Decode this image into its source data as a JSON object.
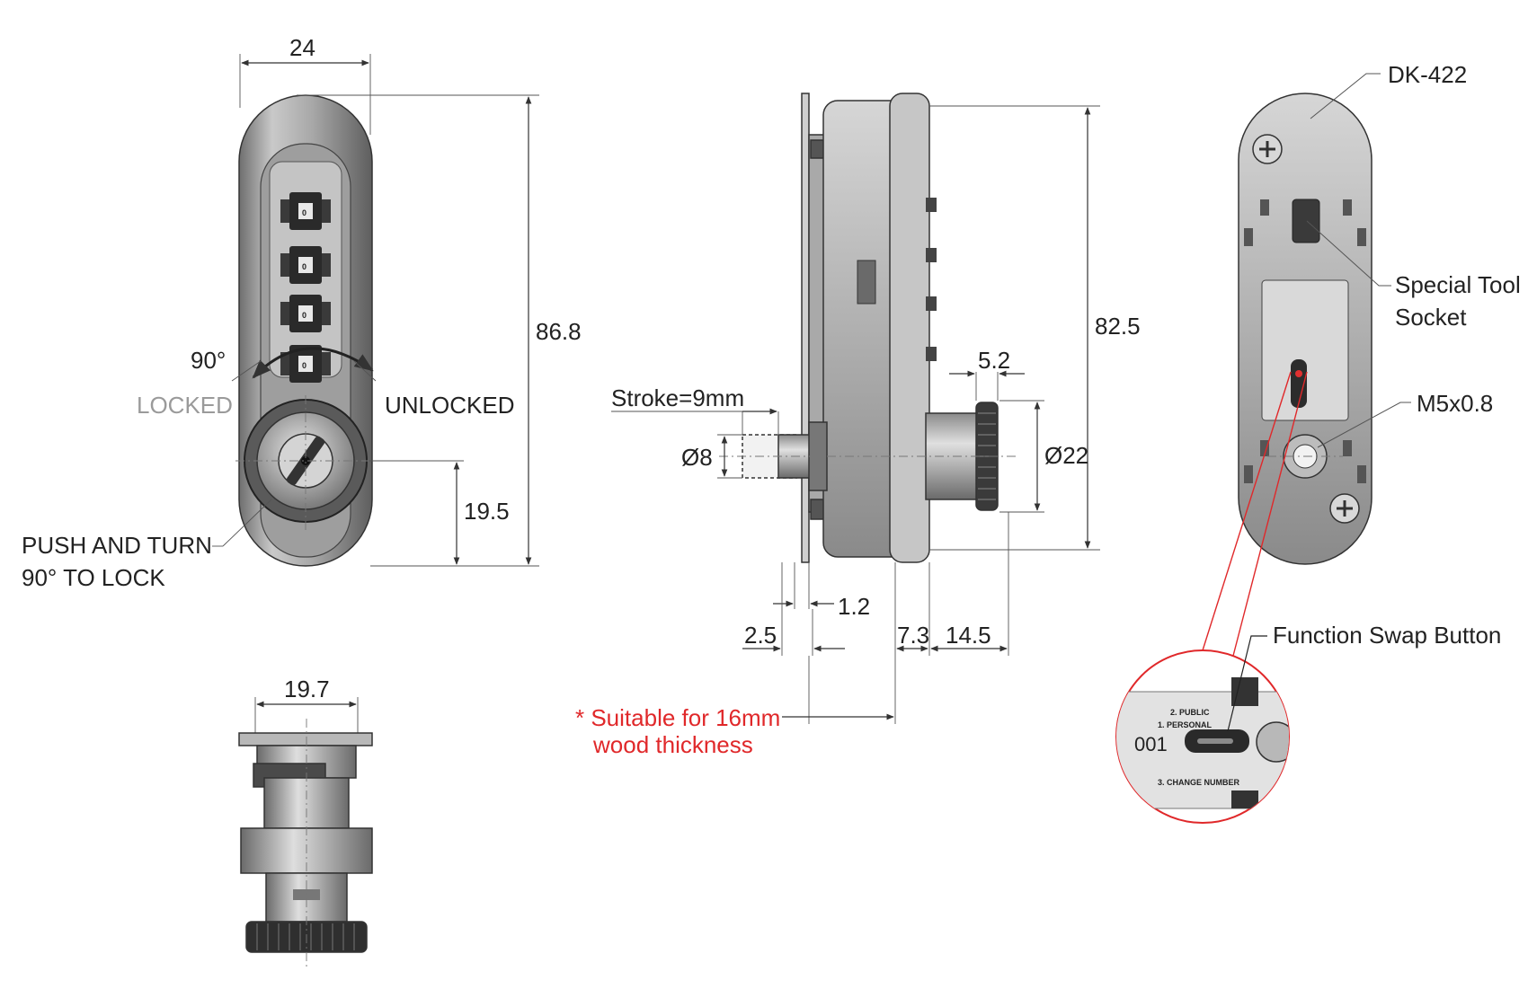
{
  "dimensions": {
    "front_width": "24",
    "front_height": "86.8",
    "front_knob_offset": "19.5",
    "side_height": "82.5",
    "side_knob_length": "5.2",
    "side_knob_dia": "Ø22",
    "side_bolt_dia": "Ø8",
    "stroke": "Stroke=9mm",
    "plate_thick": "1.2",
    "panel_gap": "2.5",
    "body_depth": "7.3",
    "knob_depth": "14.5",
    "bottom_width": "19.7"
  },
  "labels": {
    "angle": "90°",
    "locked": "LOCKED",
    "unlocked": "UNLOCKED",
    "push_turn_line1": "PUSH AND TURN",
    "push_turn_line2": "90° TO LOCK",
    "wood_line1": "* Suitable for 16mm",
    "wood_line2": "wood thickness",
    "model": "DK-422",
    "special_tool_line1": "Special Tool",
    "special_tool_line2": "Socket",
    "screw_thread": "M5x0.8",
    "function_swap": "Function Swap Button"
  },
  "dials": [
    "0",
    "0",
    "0",
    "0"
  ],
  "back_plate": {
    "code": "001",
    "mode1": "1. PERSONAL",
    "mode2": "2. PUBLIC",
    "mode3": "3. CHANGE NUMBER"
  },
  "colors": {
    "body": "#b4b4b4",
    "body_dark": "#707070",
    "annotation_red": "#e0282a"
  }
}
